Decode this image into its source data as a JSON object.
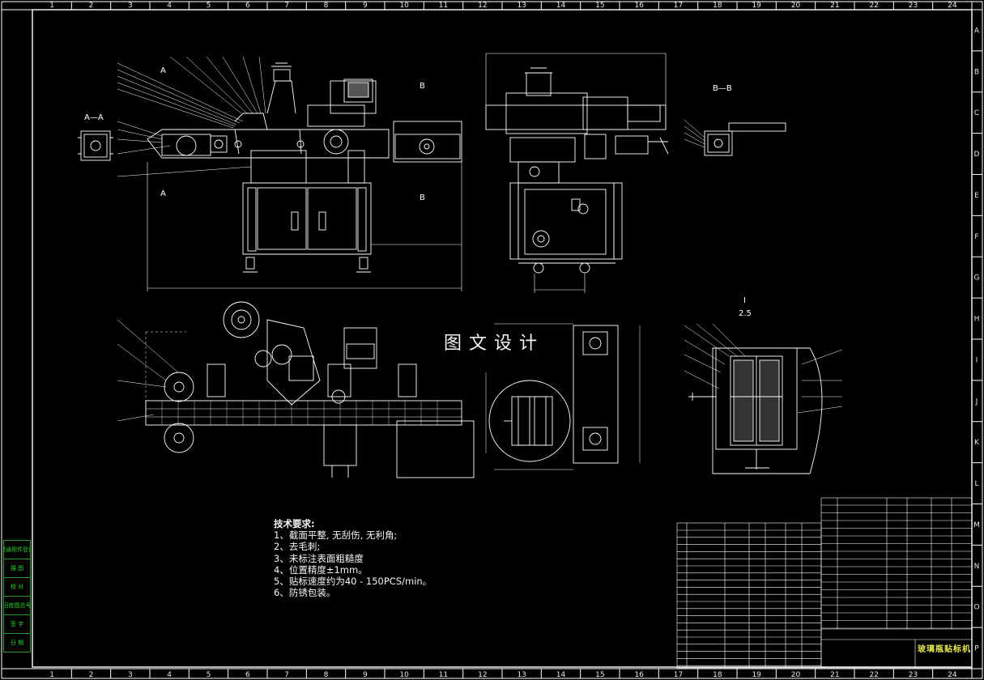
{
  "drawing": {
    "title_block_name": "玻璃瓶贴标机",
    "watermark": "图文设计",
    "section_labels": {
      "aa": "A—A",
      "bb": "B—B",
      "a_top": "A",
      "a_bottom": "A",
      "b_top": "B",
      "b_bottom": "B",
      "detail": "Ⅰ",
      "detail_scale": "2.5"
    },
    "tech_requirements": {
      "title": "技术要求:",
      "items": [
        "1、截面平整, 无刮伤, 无利角;",
        "2、去毛刺;",
        "3、未标注表面粗糙度",
        "4、位置精度±1mm。",
        "5、贴标速度约为40 - 150PCS/min。",
        "6、防锈包装。"
      ]
    },
    "side_table": [
      "借通用件登记",
      "描 图",
      "校 对",
      "旧底图总号",
      "签 字",
      "日 期"
    ],
    "ruler_columns": [
      "1",
      "2",
      "3",
      "4",
      "5",
      "6",
      "7",
      "8",
      "9",
      "10",
      "11",
      "12",
      "13",
      "14",
      "15",
      "16",
      "17",
      "18",
      "19",
      "20",
      "21",
      "22",
      "23",
      "24"
    ],
    "ruler_rows": [
      "A",
      "B",
      "C",
      "D",
      "E",
      "F",
      "G",
      "H",
      "I",
      "J",
      "K",
      "L",
      "M",
      "N",
      "O",
      "P"
    ],
    "colors": {
      "background": "#000000",
      "linework": "#ffffff",
      "frame": "#ffffff",
      "green_table": "#2bd02b",
      "title_yellow": "#e8e850"
    }
  }
}
